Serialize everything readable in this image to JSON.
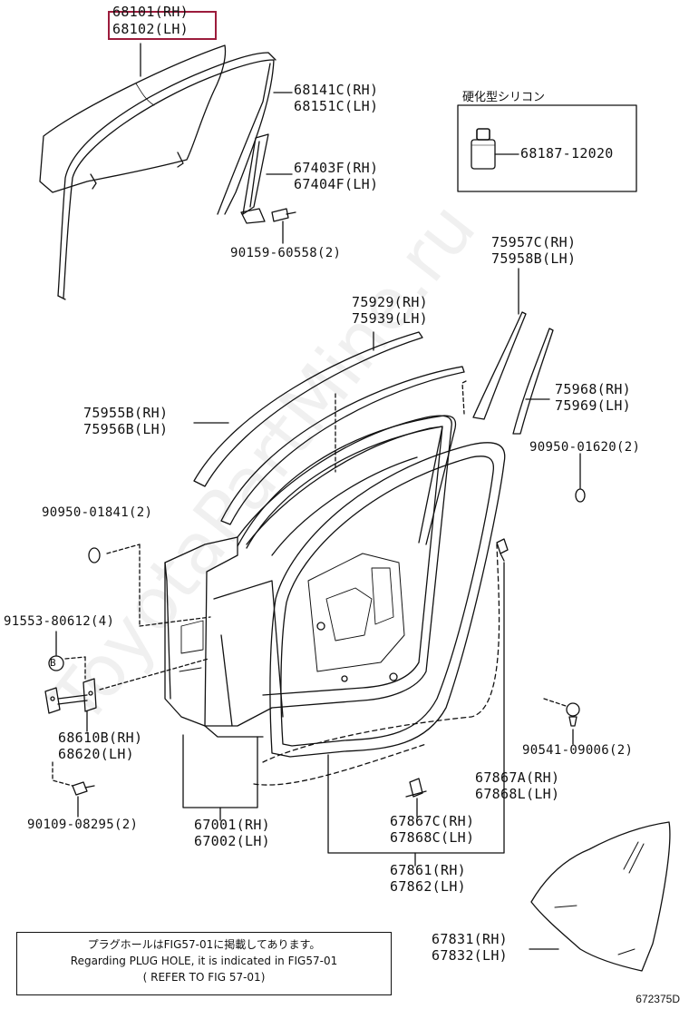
{
  "labels": {
    "glass_rh": "68101(RH)",
    "glass_lh": "68102(LH)",
    "run_rh": "68141C(RH)",
    "run_lh": "68151C(LH)",
    "channel_rh": "67403F(RH)",
    "channel_lh": "67404F(LH)",
    "bolt_channel": "90159-60558(2)",
    "silicone_header": "硬化型シリコン",
    "silicone_part": "68187-12020",
    "pillar_rear_rh": "75957C(RH)",
    "pillar_rear_lh": "75958B(LH)",
    "moulding_upper_rh": "75929(RH)",
    "moulding_upper_lh": "75939(LH)",
    "pillar_front_rh": "75968(RH)",
    "pillar_front_lh": "75969(LH)",
    "frame_moulding_rh": "75955B(RH)",
    "frame_moulding_lh": "75956B(LH)",
    "plug_right": "90950-01620(2)",
    "plug_left": "90950-01841(2)",
    "screw": "91553-80612(4)",
    "screw_marker": "B",
    "check_rh": "68610B(RH)",
    "check_lh": "68620(LH)",
    "clip": "90541-09006(2)",
    "bolt_check": "90109-08295(2)",
    "door_panel_rh": "67001(RH)",
    "door_panel_lh": "67002(LH)",
    "weather_clip_rh": "67867A(RH)",
    "weather_clip_lh": "67868L(LH)",
    "weatherstrip_sub_rh": "67867C(RH)",
    "weatherstrip_sub_lh": "67868C(LH)",
    "weatherstrip_rh": "67861(RH)",
    "weatherstrip_lh": "67862(LH)",
    "service_cover_rh": "67831(RH)",
    "service_cover_lh": "67832(LH)"
  },
  "note": {
    "line1": "プラグホールはFIG57-01に掲載してあります。",
    "line2": "Regarding PLUG HOLE, it is indicated in FIG57-01",
    "line3": "( REFER TO FIG 57-01)"
  },
  "watermark": "ToyotaPartMine.ru",
  "figure_code": "672375D",
  "colors": {
    "line": "#111111",
    "highlight": "#9c1c3c",
    "watermark": "#000000"
  }
}
